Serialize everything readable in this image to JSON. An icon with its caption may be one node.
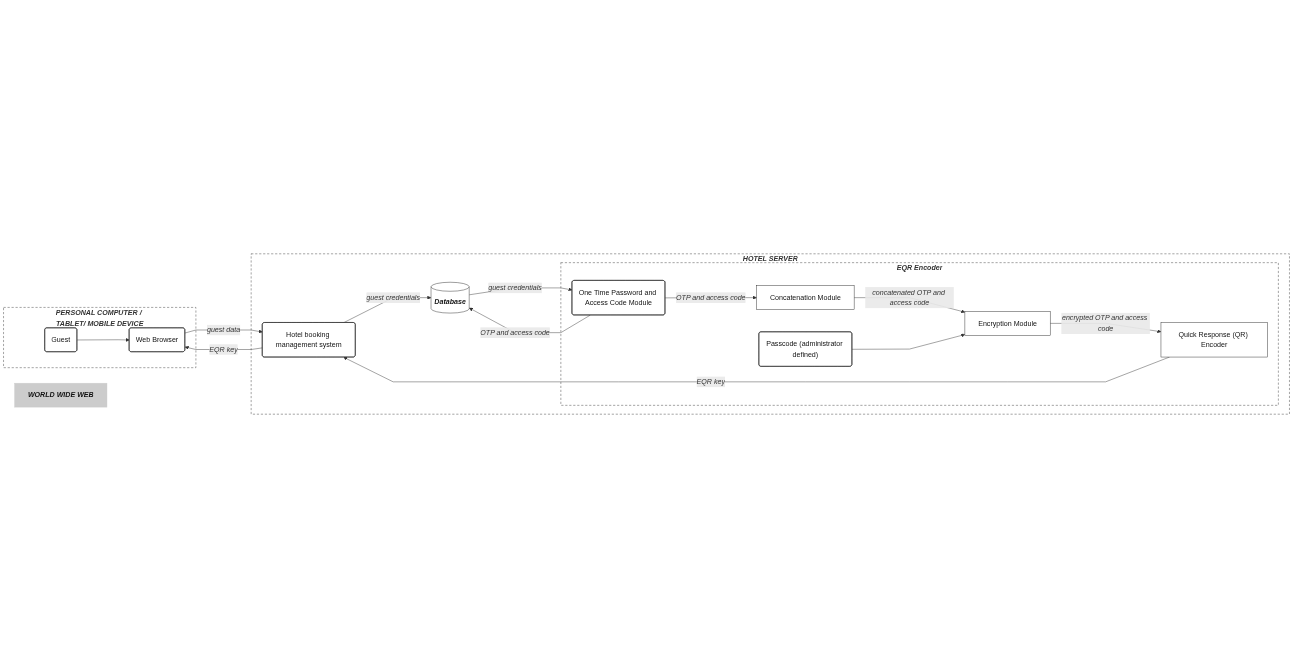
{
  "diagram": {
    "nodes": [
      {
        "text": [
          "PERSONAL COMPUTER / TABLET/ MOBILE DEVICE"
        ]
      },
      {
        "text": [
          "Web Browser"
        ],
        "in": 0
      },
      {
        "text": [
          "Guest"
        ],
        "in": 0
      },
      {
        "text": [
          "WORLD WIDE WEB"
        ]
      },
      {
        "text": [
          "HOTEL SERVER"
        ]
      },
      {
        "text": [
          "Hotel booking management system"
        ],
        "in": 4
      },
      {
        "text": [
          "Database"
        ],
        "in": 4
      },
      {
        "text": [
          "EQR Encoder"
        ],
        "in": 4
      },
      {
        "text": [
          "One Time Password and Access Code Module"
        ],
        "in": 7
      },
      {
        "text": [
          "Concatenation Module"
        ],
        "in": 7
      },
      {
        "text": [
          "Passcode (administrator defined)"
        ],
        "in": 7
      },
      {
        "text": [
          "Encryption Module"
        ],
        "in": 7
      },
      {
        "text": [
          "Quick Response (QR) Encoder"
        ],
        "in": 7
      }
    ],
    "edges": [
      {
        "from": 1,
        "to": 5,
        "arrow": "to",
        "label": "guest data"
      },
      {
        "from": 5,
        "to": 1,
        "arrow": "to",
        "label": "EQR key"
      },
      {
        "from": 2,
        "to": 1,
        "arrow": "to"
      },
      {
        "from": 5,
        "to": 6,
        "arrow": "to",
        "label": "guest credentials"
      },
      {
        "from": 6,
        "to": 8,
        "arrow": "to",
        "label": "guest credentials"
      },
      {
        "from": 8,
        "to": 6,
        "arrow": "to",
        "label": "OTP and access code"
      },
      {
        "from": 8,
        "to": 9,
        "arrow": "to",
        "label": "OTP and access code"
      },
      {
        "from": 9,
        "to": 11,
        "arrow": "to",
        "label": "concatenated OTP and access code"
      },
      {
        "from": 10,
        "to": 11,
        "arrow": "to"
      },
      {
        "from": 11,
        "to": 12,
        "arrow": "to",
        "label": "encrypted OTP and access code"
      },
      {
        "from": 12,
        "to": 5,
        "arrow": "to",
        "label": "EQR key"
      }
    ]
  }
}
